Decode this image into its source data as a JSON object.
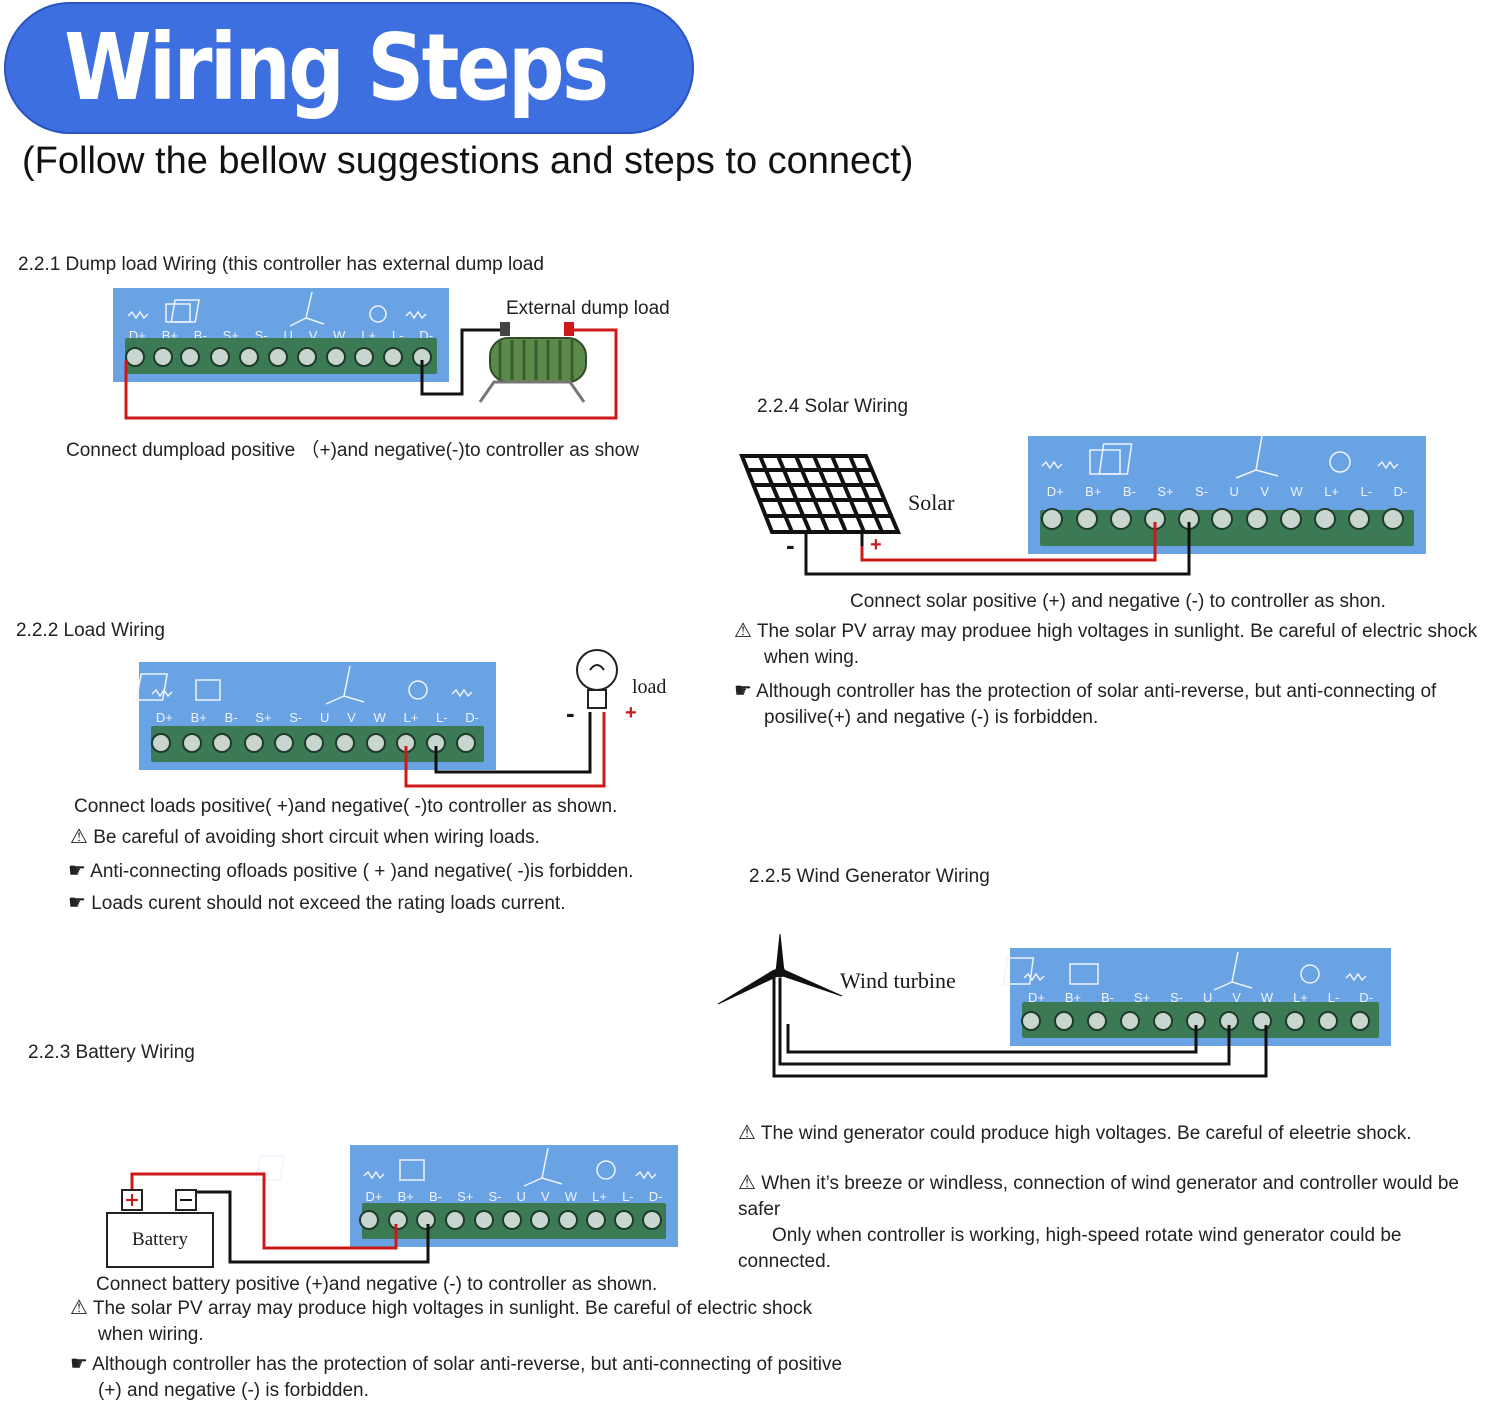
{
  "header": {
    "title": "Wiring Steps",
    "subtitle": "(Follow the bellow suggestions and steps to connect)"
  },
  "terminal_labels": [
    "D+",
    "B+",
    "B-",
    "S+",
    "S-",
    "U",
    "V",
    "W",
    "L+",
    "L-",
    "D-"
  ],
  "colors": {
    "banner": "#3d6fe0",
    "controller": "#6aa3e3",
    "strip": "#3c7a55",
    "positive_wire": "#cc1a1a",
    "negative_wire": "#111111"
  },
  "dump": {
    "heading": "2.2.1   Dump load Wiring (this controller has external dump load",
    "component_label": "External dump load",
    "text": "Connect dumpload  positive （+)and negative(-)to controller as show"
  },
  "load": {
    "heading": "2.2.2   Load Wiring",
    "component_label": "load",
    "minus": "-",
    "plus": "+",
    "text": "Connect loads positive( +)and negative( -)to controller as shown.",
    "warnings": [
      "Be careful of avoiding short circuit when wiring loads.",
      "Anti-connecting ofloads positive ( + )and negative( -)is forbidden.",
      "Loads curent should not exceed the rating loads current."
    ]
  },
  "battery": {
    "heading": "2.2.3   Battery Wiring",
    "component_label": "Battery",
    "text": "Connect battery positive (+)and negative (-) to controller as shown.",
    "warning1_line1": "The solar PV array may produce high voltages in sunlight. Be careful of electric shock",
    "warning1_line2": "when wiring.",
    "warning2_line1": "Although controller has the protection of solar anti-reverse, but anti-connecting of positive",
    "warning2_line2": "(+) and negative (-) is forbidden."
  },
  "solar": {
    "heading": "2.2.4 Solar Wiring",
    "component_label": "Solar",
    "minus": "-",
    "plus": "+",
    "text": "Connect solar positive (+) and negative (-) to controller as shon.",
    "warning1_line1": "The solar PV array may produee high voltages in sunlight. Be careful of electric shock",
    "warning1_line2": "when wing.",
    "warning2_line1": "Although controller has the protection of solar anti-reverse, but anti-connecting of",
    "warning2_line2": "posilive(+) and negative (-) is forbidden."
  },
  "wind": {
    "heading": "2.2.5 Wind Generator Wiring",
    "component_label": "Wind turbine",
    "warning1": "The wind generator could produce high voltages. Be careful of eleetrie shock.",
    "warning2_line1": "When it’s breeze or windless, connection of wind generator and controller would be safer",
    "warning2_line2": "Only when controller is working, high-speed rotate wind generator could be connected."
  }
}
